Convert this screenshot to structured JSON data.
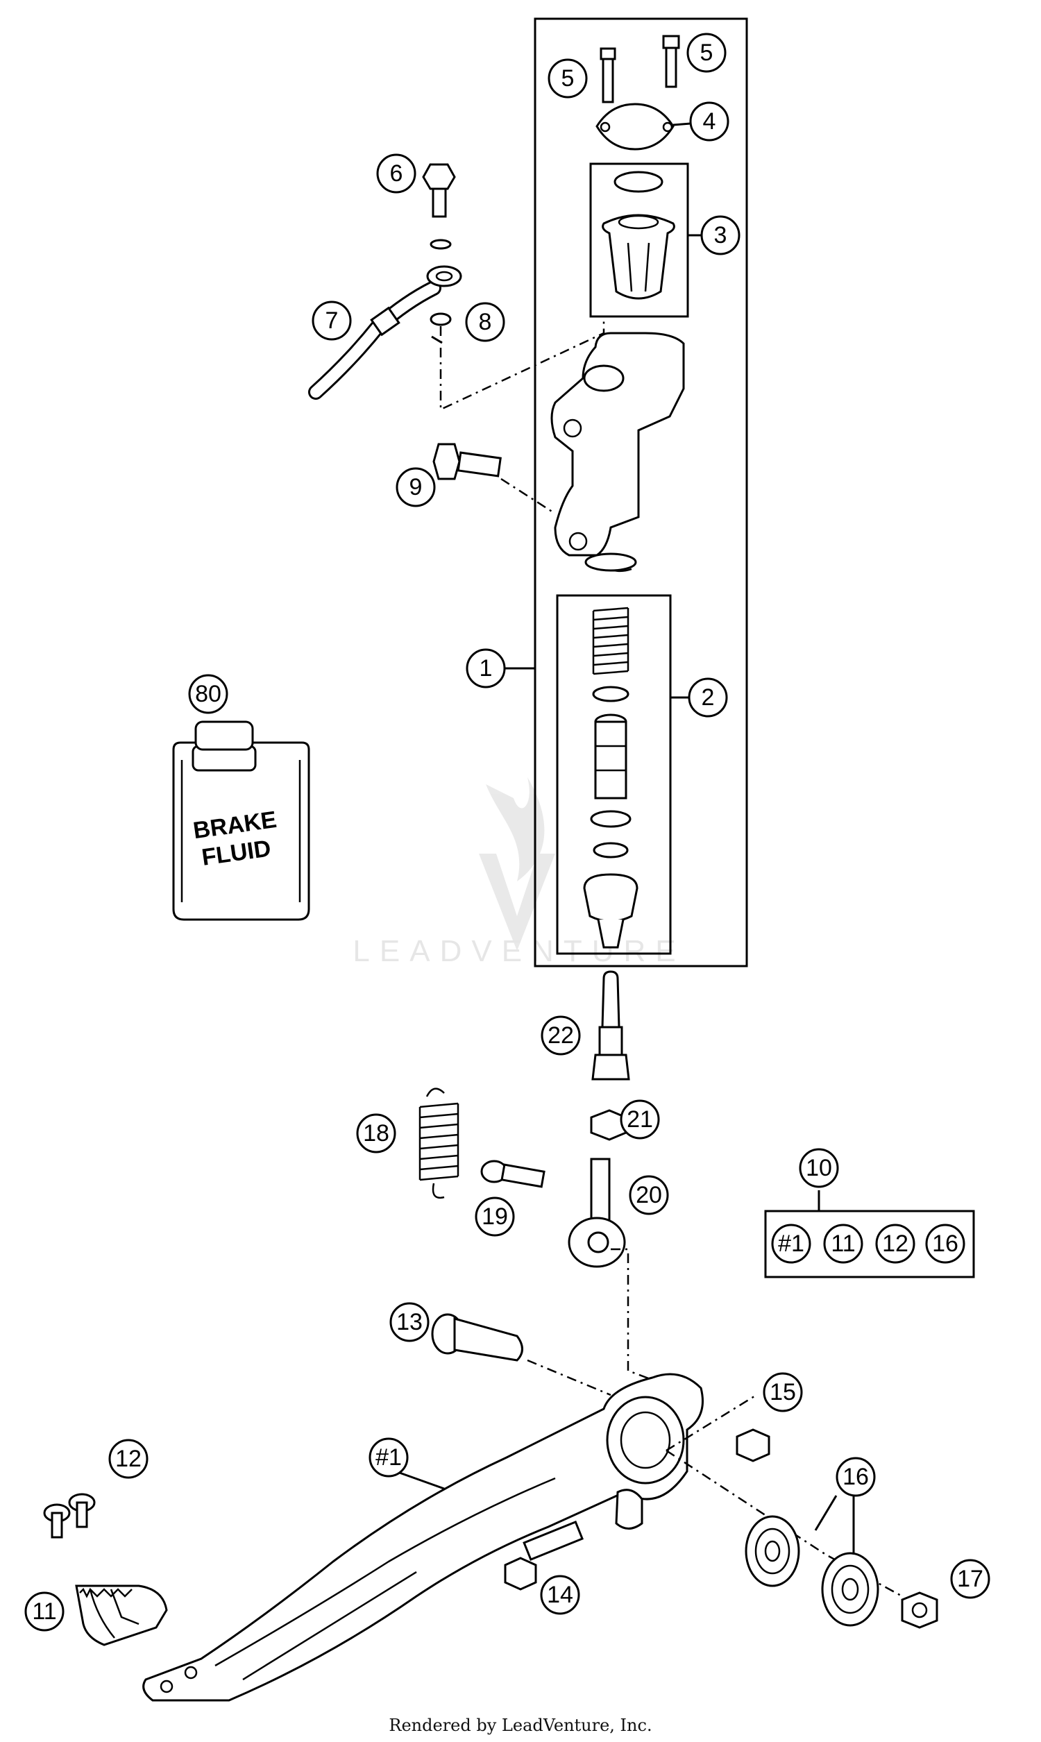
{
  "diagram": {
    "brand_watermark": "LEADVENTURE",
    "footer_text": "Rendered by LeadVenture, Inc.",
    "can_label_line1": "BRAKE",
    "can_label_line2": "FLUID",
    "kit_box_items": [
      "#1",
      "11",
      "12",
      "16"
    ],
    "callouts": [
      {
        "label": "1",
        "part": "master-cylinder-assembly"
      },
      {
        "label": "2",
        "part": "piston-repair-kit"
      },
      {
        "label": "3",
        "part": "reservoir-kit"
      },
      {
        "label": "4",
        "part": "reservoir-cap"
      },
      {
        "label": "5",
        "part": "cap-screw-left"
      },
      {
        "label": "5",
        "part": "cap-screw-right"
      },
      {
        "label": "6",
        "part": "banjo-bolt"
      },
      {
        "label": "7",
        "part": "brake-line"
      },
      {
        "label": "8",
        "part": "sealing-ring"
      },
      {
        "label": "9",
        "part": "mounting-bolt"
      },
      {
        "label": "10",
        "part": "pedal-kit"
      },
      {
        "label": "11",
        "part": "pedal-tip"
      },
      {
        "label": "12",
        "part": "tip-screws"
      },
      {
        "label": "13",
        "part": "pivot-bolt"
      },
      {
        "label": "14",
        "part": "hex-bolt"
      },
      {
        "label": "15",
        "part": "nut"
      },
      {
        "label": "16",
        "part": "bearing"
      },
      {
        "label": "16",
        "part": "bearing-second"
      },
      {
        "label": "17",
        "part": "collar-nut"
      },
      {
        "label": "18",
        "part": "return-spring"
      },
      {
        "label": "19",
        "part": "spring-bolt"
      },
      {
        "label": "20",
        "part": "rod-end"
      },
      {
        "label": "21",
        "part": "lock-nut"
      },
      {
        "label": "22",
        "part": "push-rod"
      },
      {
        "label": "#1",
        "part": "brake-pedal"
      },
      {
        "label": "80",
        "part": "brake-fluid-can"
      }
    ]
  }
}
